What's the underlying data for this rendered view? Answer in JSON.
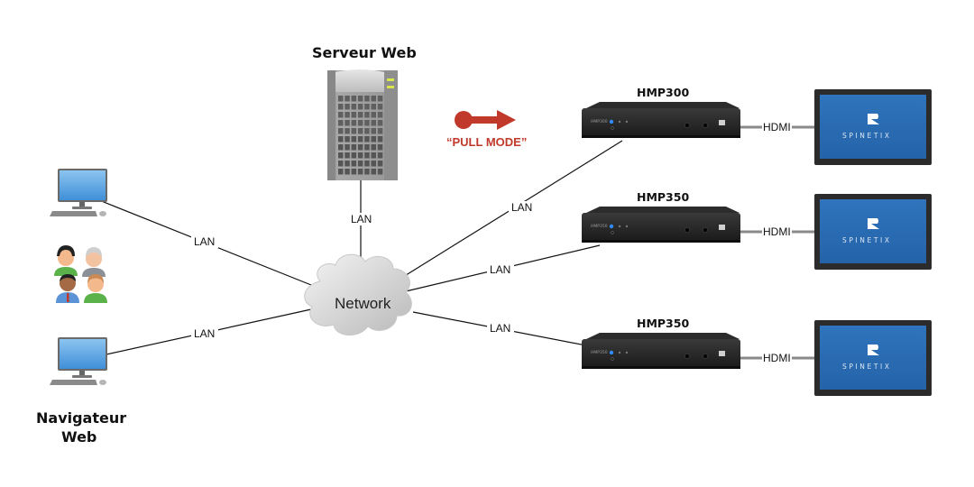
{
  "server": {
    "title": "Serveur Web",
    "link_label": "LAN"
  },
  "pull_mode": {
    "label": "“PULL MODE”",
    "color": "#c0392b"
  },
  "network": {
    "label": "Network"
  },
  "clients": {
    "title_line1": "Navigateur",
    "title_line2": "Web",
    "top_link_label": "LAN",
    "bottom_link_label": "LAN"
  },
  "players": [
    {
      "title": "HMP300",
      "front_label": "HMP300",
      "link_label": "LAN",
      "output_label": "HDMI",
      "screen_brand": "SPINETIX"
    },
    {
      "title": "HMP350",
      "front_label": "HMP350",
      "link_label": "LAN",
      "output_label": "HDMI",
      "screen_brand": "SPINETIX"
    },
    {
      "title": "HMP350",
      "front_label": "HMP350",
      "link_label": "LAN",
      "output_label": "HDMI",
      "screen_brand": "SPINETIX"
    }
  ],
  "colors": {
    "screen_blue": "#2a6db5",
    "led_blue": "#2f8cff",
    "server_led": "#d8e84a"
  }
}
